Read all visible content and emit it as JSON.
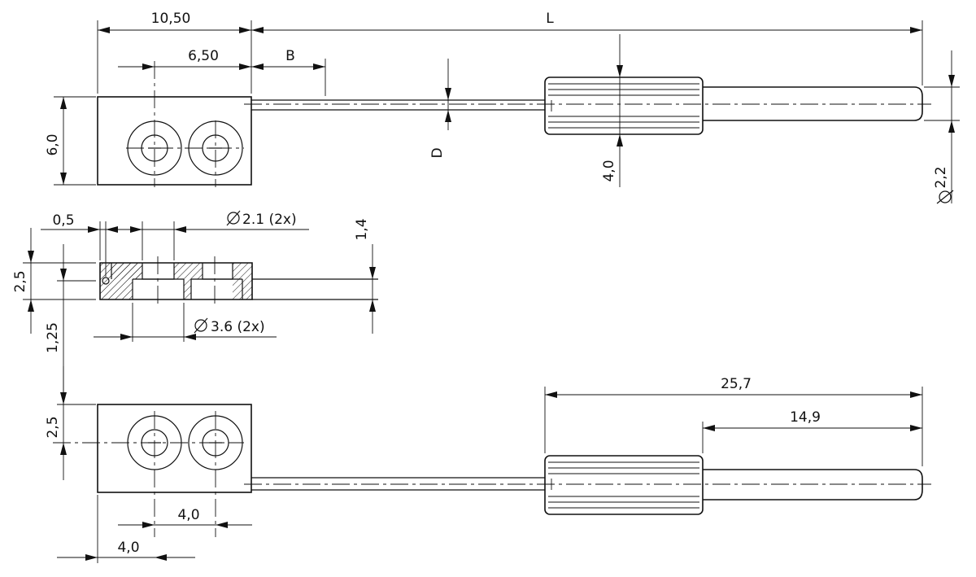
{
  "drawing": {
    "top_view": {
      "dim_overall_length": "L",
      "dim_body_length": "10,50",
      "dim_hole_spacing": "6,50",
      "dim_B": "B",
      "dim_D": "D",
      "dim_body_height": "6,0",
      "dim_knurl_dia": "4,0",
      "dim_pin_dia": "2,2"
    },
    "section_view": {
      "dim_offset": "0,5",
      "dim_small_hole": "2.1 (2x)",
      "dim_large_hole": "3.6 (2x)",
      "dim_thickness": "2,5",
      "dim_pin_offset": "1,25",
      "dim_wire_dia": "1,4"
    },
    "bottom_view": {
      "dim_knurl_total": "25,7",
      "dim_pin_length": "14,9",
      "dim_edge_to_hole": "2,5",
      "dim_hole_spacing": "4,0",
      "dim_edge_to_first_hole": "4,0"
    }
  }
}
